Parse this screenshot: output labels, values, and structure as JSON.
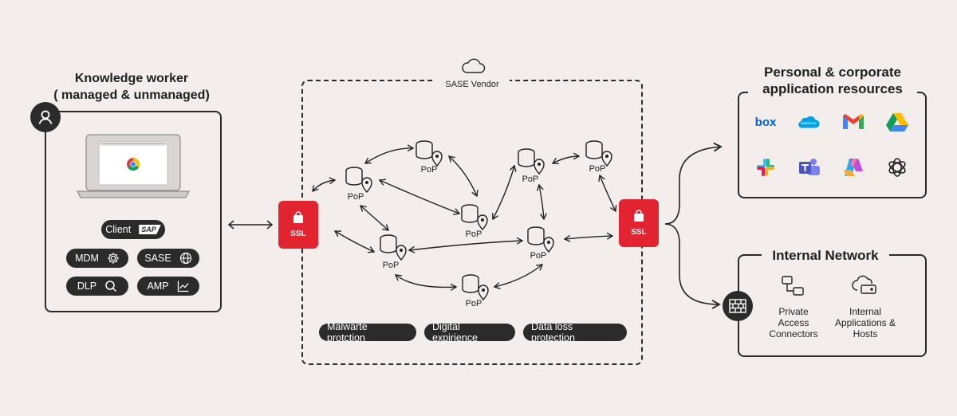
{
  "worker": {
    "title_line1": "Knowledge worker",
    "title_line2": "( managed & unmanaged)",
    "client_label": "Client",
    "client_badge": "SAP",
    "mdm_label": "MDM",
    "sase_label": "SASE",
    "dlp_label": "DLP",
    "amp_label": "AMP"
  },
  "vendor": {
    "label": "SASE Vendor",
    "ssl_left": "SSL",
    "ssl_right": "SSL",
    "pop_labels": [
      "PoP",
      "PoP",
      "PoP",
      "PoP",
      "PoP",
      "PoP",
      "PoP",
      "PoP"
    ],
    "features": [
      "Malwarte protction",
      "Digital expirience",
      "Data loss protection"
    ]
  },
  "resources": {
    "title_line1": "Personal & corporate",
    "title_line2": "application resources",
    "apps": [
      "box",
      "salesforce",
      "gmail",
      "google-drive",
      "slack",
      "teams",
      "copilot",
      "openai"
    ],
    "box_text": "box",
    "salesforce_text": "salesforce"
  },
  "internal": {
    "title": "Internal Network",
    "connectors_label": [
      "Private",
      "Access",
      "Connectors"
    ],
    "apps_label": [
      "Internal",
      "Applications &",
      "Hosts"
    ]
  },
  "colors": {
    "background": "#f3eeeb",
    "accent_red": "#e1242f",
    "dark": "#2b2b2b"
  }
}
